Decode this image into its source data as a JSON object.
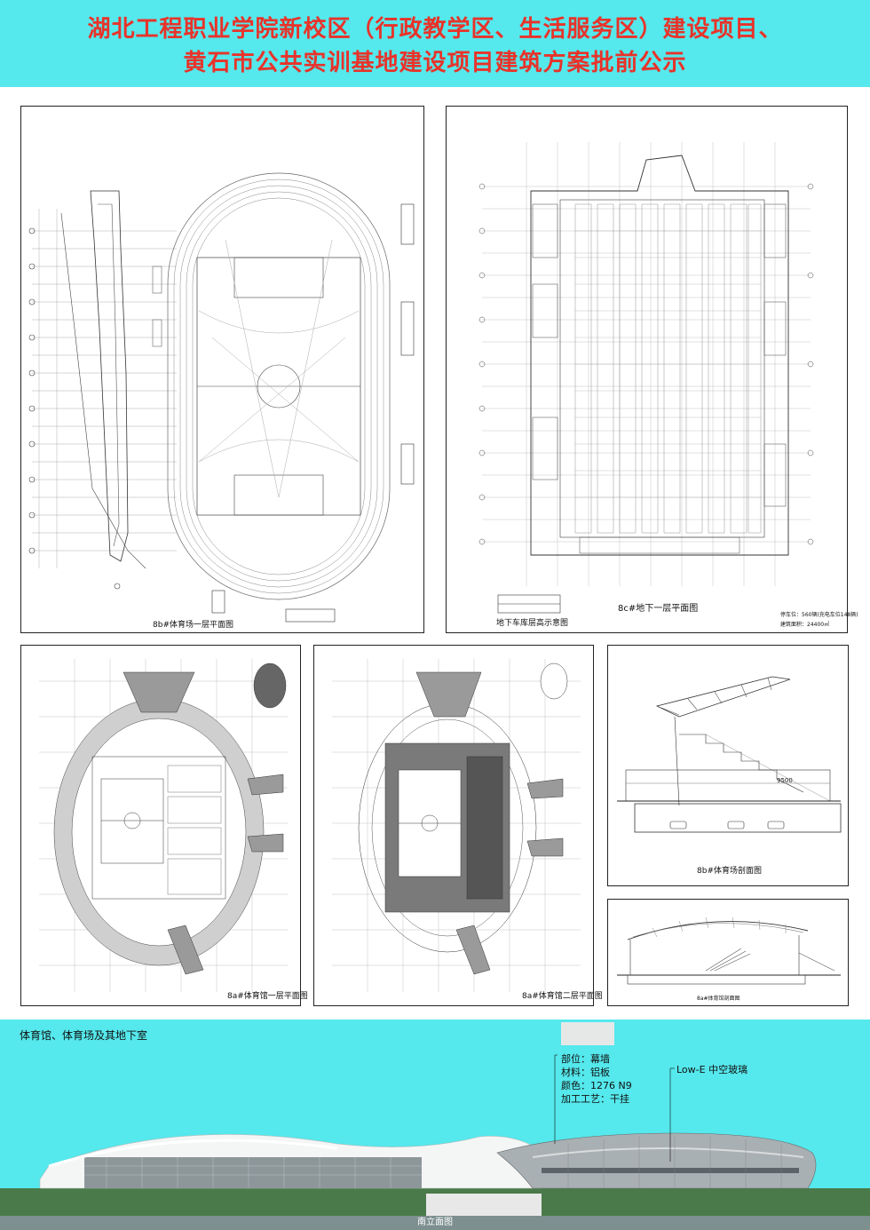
{
  "header": {
    "title_line1": "湖北工程职业学院新校区（行政教学区、生活服务区）建设项目、",
    "title_line2": "黄石市公共实训基地建设项目建筑方案批前公示"
  },
  "panel_stadium_plan": {
    "caption": "8b#体育场一层平面图"
  },
  "panel_garage_plan": {
    "caption": "8c#地下一层平面图",
    "sub_caption": "地下车库层高示意图",
    "note_parking": "停车位：560辆(充电车位148辆)",
    "note_area": "建筑面积：24400㎡"
  },
  "panel_gym_floor1": {
    "caption": "8a#体育馆一层平面图"
  },
  "panel_gym_floor2": {
    "caption": "8a#体育馆二层平面图"
  },
  "panel_stadium_section": {
    "caption": "8b#体育场剖面图",
    "dim_label": "9500"
  },
  "panel_gym_section": {
    "caption": "8a#体育馆剖面图"
  },
  "elevation": {
    "title": "体育馆、体育场及其地下室",
    "material_lines": [
      "部位：幕墙",
      "材料：铝板",
      "颜色：1276  N9",
      "加工工艺：干挂"
    ],
    "glass_label": "Low-E 中空玻璃",
    "caption": "南立面图"
  },
  "colors": {
    "header_bg": "#55e8ec",
    "title_red": "#e8332a",
    "elev_bg": "#55e8ec"
  }
}
